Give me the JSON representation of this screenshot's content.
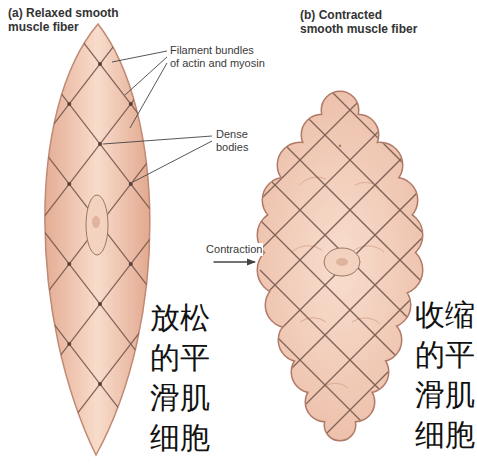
{
  "diagram": {
    "nodes": [
      {
        "text": [
          "(a) Relaxed smooth muscle fiber",
          "放松的平滑肌细胞"
        ]
      },
      {
        "text": [
          "(b) Contracted smooth muscle fiber",
          "收缩的平滑肌细胞"
        ]
      }
    ],
    "edges": [
      {
        "from": 0,
        "to": 1,
        "arrow": "to",
        "label": "Contraction"
      }
    ],
    "labels": [
      "Filament bundles of actin and myosin",
      "Dense bodies"
    ]
  }
}
